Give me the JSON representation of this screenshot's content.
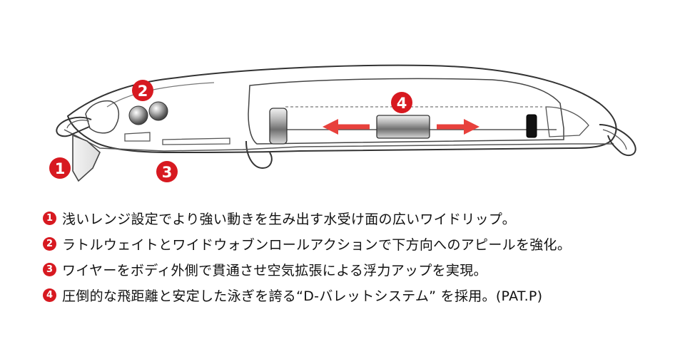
{
  "callouts": [
    {
      "number": "1"
    },
    {
      "number": "2"
    },
    {
      "number": "3"
    },
    {
      "number": "4"
    }
  ],
  "features": [
    {
      "number": "1",
      "text": "浅いレンジ設定でより強い動きを生み出す水受け面の広いワイドリップ。"
    },
    {
      "number": "2",
      "text": "ラトルウェイトとワイドウォブンロールアクションで下方向へのアピールを強化。"
    },
    {
      "number": "3",
      "text": "ワイヤーをボディ外側で貫通させ空気拡張による浮力アップを実現。"
    },
    {
      "number": "4",
      "text": "圧倒的な飛距離と安定した泳ぎを誇る“D-バレットシステム” を採用。(PAT.P)"
    }
  ],
  "colors": {
    "accent": "#d71920",
    "outline": "#333333",
    "arrow": "#e8413c"
  }
}
